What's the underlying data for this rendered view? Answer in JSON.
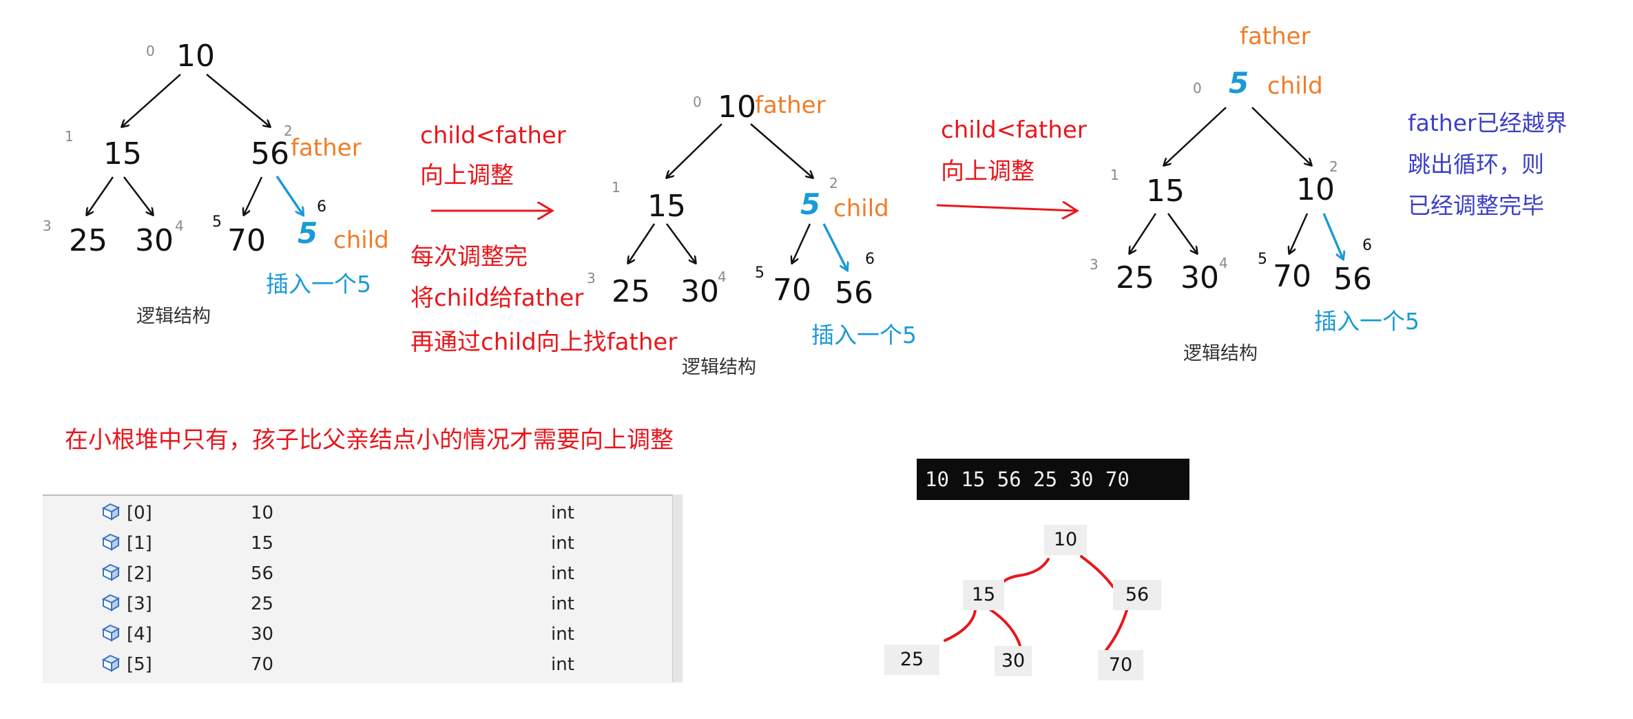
{
  "panel1": {
    "nodes": {
      "n0": "10",
      "n1": "15",
      "n2": "56",
      "n3": "25",
      "n4": "30",
      "n5": "70"
    },
    "indices": {
      "i0": "0",
      "i1": "1",
      "i2": "2",
      "i3": "3",
      "i4": "4",
      "i5": "5",
      "i6": "6"
    },
    "father_label": "father",
    "child_label": "child",
    "insert_label": "插入一个5",
    "caption": "逻辑结构"
  },
  "step1": {
    "condition": "child<father",
    "action": "向上调整",
    "explain": [
      "每次调整完",
      "将child给father",
      "再通过child向上找father"
    ]
  },
  "panel2": {
    "nodes": {
      "n0": "10",
      "n1": "15",
      "n3": "25",
      "n4": "30",
      "n5": "70",
      "n6": "56"
    },
    "indices": {
      "i0": "0",
      "i1": "1",
      "i2": "2",
      "i3": "3",
      "i4": "4",
      "i5": "5",
      "i6": "6"
    },
    "father_label": "father",
    "child_label": "child",
    "insert_label": "插入一个5",
    "caption": "逻辑结构"
  },
  "step2": {
    "condition": "child<father",
    "action": "向上调整"
  },
  "panel3": {
    "nodes": {
      "n1": "15",
      "n2": "10",
      "n3": "25",
      "n4": "30",
      "n5": "70",
      "n6": "56"
    },
    "indices": {
      "i0": "0",
      "i1": "1",
      "i2": "2",
      "i3": "3",
      "i4": "4",
      "i5": "5",
      "i6": "6"
    },
    "father_label": "father",
    "child_label": "child",
    "insert_label": "插入一个5",
    "caption": "逻辑结构",
    "conclusion": [
      "father已经越界",
      "跳出循环，则",
      "已经调整完毕"
    ]
  },
  "inserted_value": "5",
  "rule_text": "在小根堆中只有，孩子比父亲结点小的情况才需要向上调整",
  "watch_rows": [
    {
      "name": "[0]",
      "value": "10",
      "type": "int"
    },
    {
      "name": "[1]",
      "value": "15",
      "type": "int"
    },
    {
      "name": "[2]",
      "value": "56",
      "type": "int"
    },
    {
      "name": "[3]",
      "value": "25",
      "type": "int"
    },
    {
      "name": "[4]",
      "value": "30",
      "type": "int"
    },
    {
      "name": "[5]",
      "value": "70",
      "type": "int"
    }
  ],
  "console_output": "10 15 56 25 30 70",
  "mini_tree": {
    "n0": "10",
    "n1": "15",
    "n2": "56",
    "n3": "25",
    "n4": "30",
    "n5": "70"
  },
  "colors": {
    "red": "#e8161b",
    "orange": "#f07c27",
    "blue": "#1a9ad6",
    "purple": "#3b3fc9",
    "black": "#111111"
  }
}
